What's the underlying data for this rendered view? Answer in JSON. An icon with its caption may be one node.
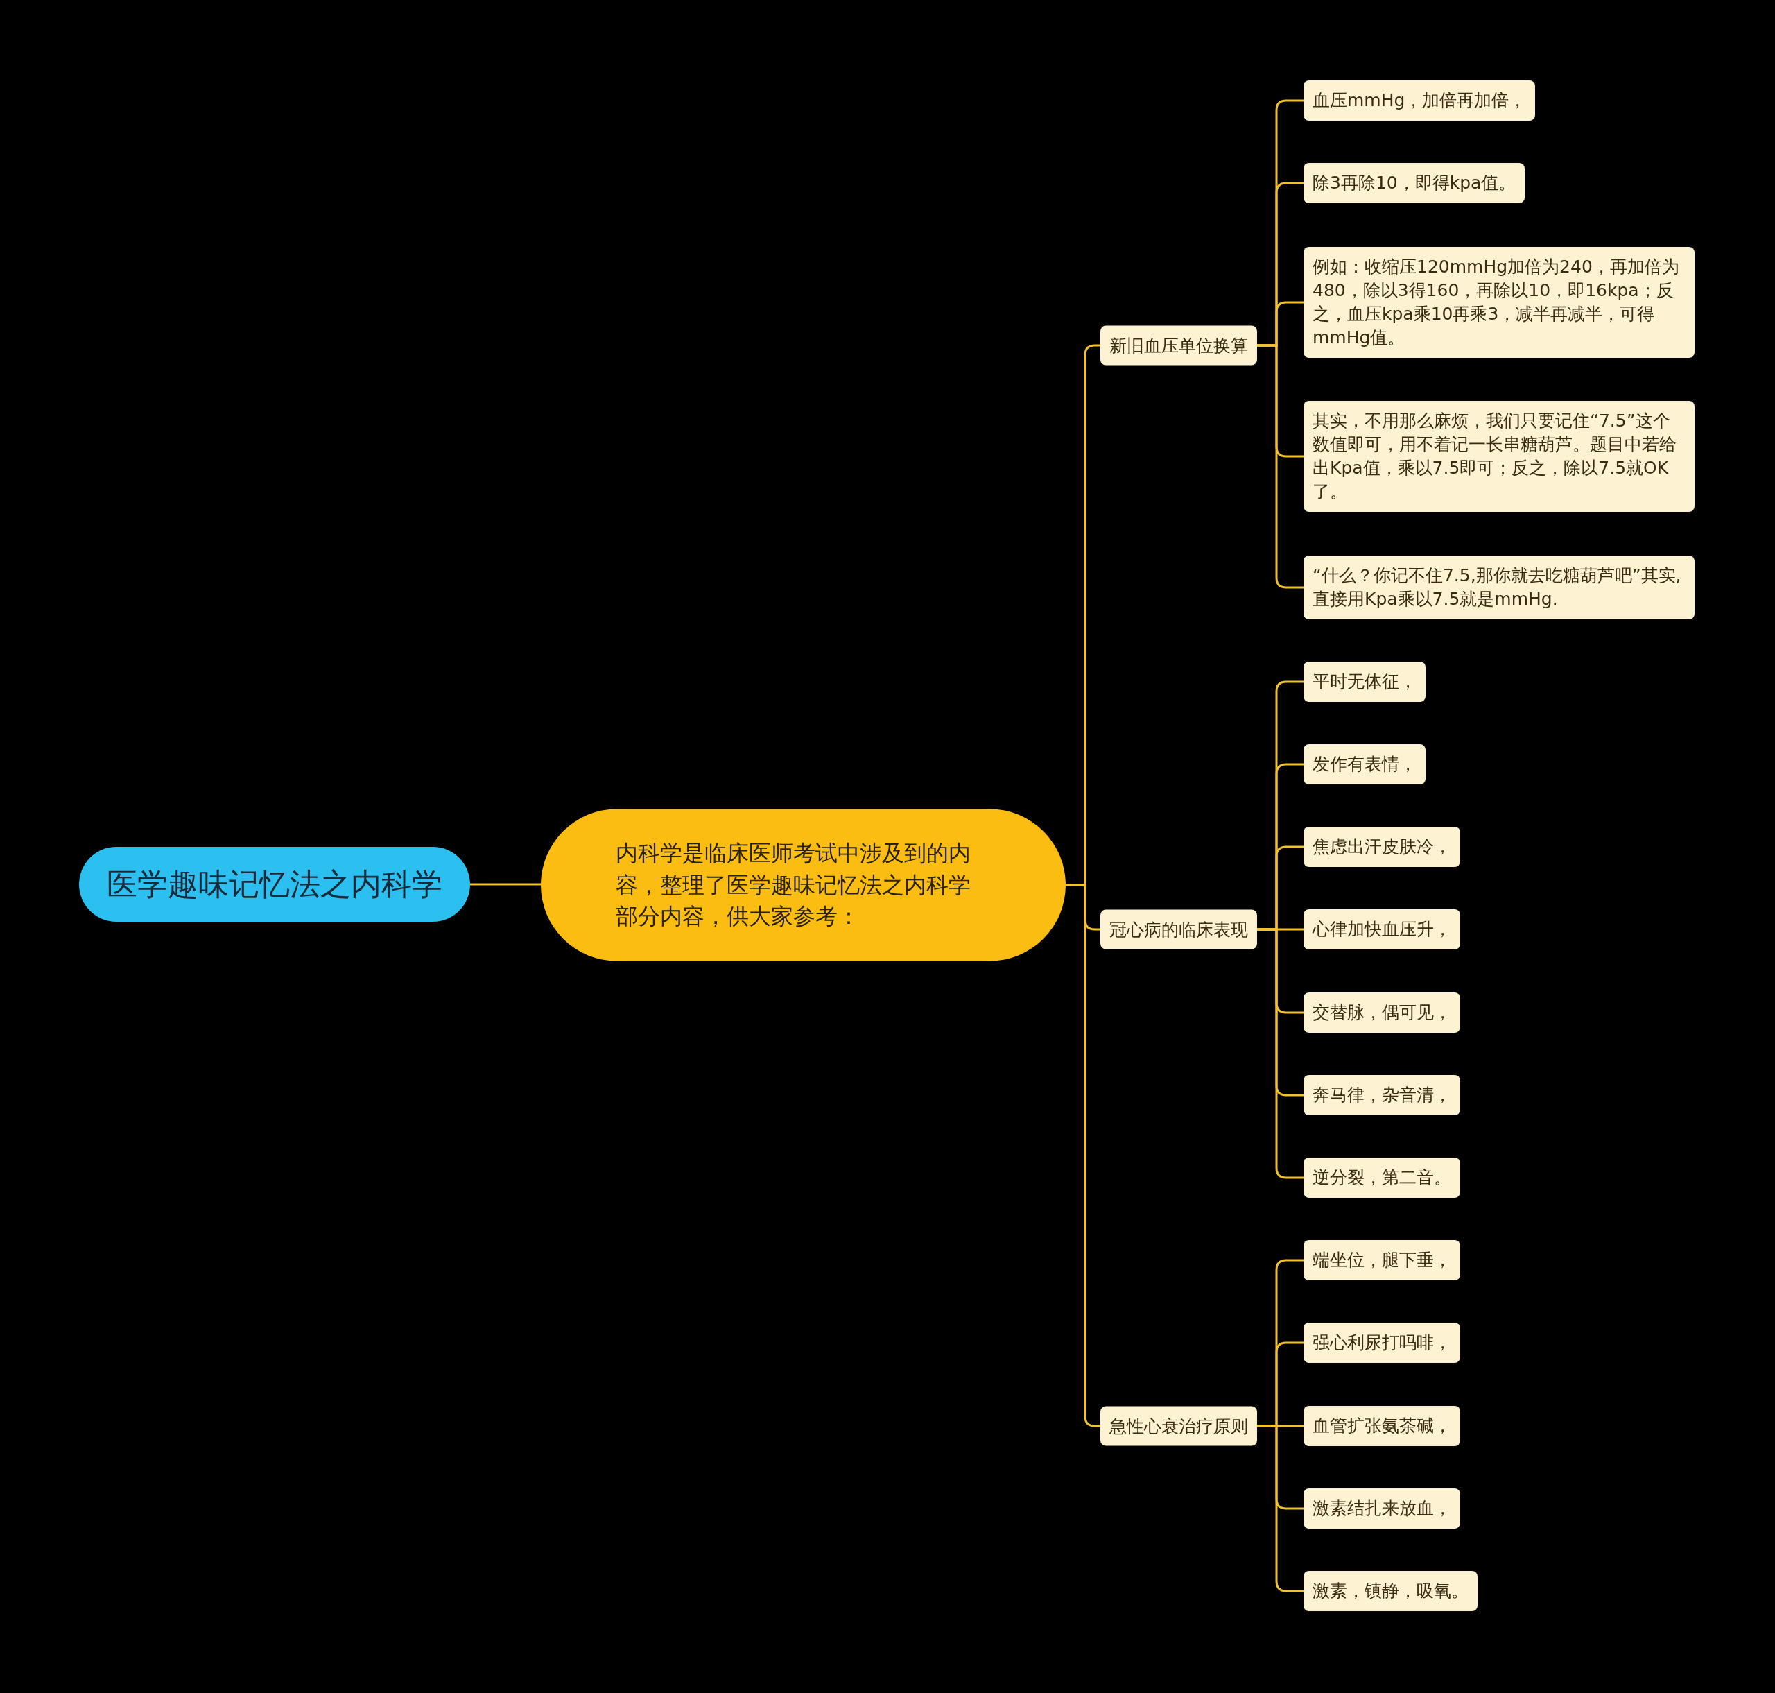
{
  "diagram": {
    "nodes": [
      {
        "text": [
          "医学趣味记忆法之内科学"
        ]
      },
      {
        "text": [
          "内科学是临床医师考试中涉及到的内容，整理了医学趣味记忆法之内科学部分内容，供大家参考："
        ]
      },
      {
        "text": [
          "新旧血压单位换算"
        ]
      },
      {
        "text": [
          "血压mmHg，加倍再加倍，"
        ]
      },
      {
        "text": [
          "除3再除10，即得kpa值。"
        ]
      },
      {
        "text": [
          "例如：收缩压120mmHg加倍为240，再加倍为480，除以3得160，再除以10，即16kpa；反之，血压kpa乘10再乘3，减半再减半，可得mmHg值。"
        ]
      },
      {
        "text": [
          "其实，不用那么麻烦，我们只要记住“7.5”这个数值即可，用不着记一长串糖葫芦。题目中若给出Kpa值，乘以7.5即可；反之，除以7.5就OK了。"
        ]
      },
      {
        "text": [
          "“什么？你记不住7.5,那你就去吃糖葫芦吧”其实,直接用Kpa乘以7.5就是mmHg."
        ]
      },
      {
        "text": [
          "冠心病的临床表现"
        ]
      },
      {
        "text": [
          "平时无体征，"
        ]
      },
      {
        "text": [
          "发作有表情，"
        ]
      },
      {
        "text": [
          "焦虑出汗皮肤冷，"
        ]
      },
      {
        "text": [
          "心律加快血压升，"
        ]
      },
      {
        "text": [
          "交替脉，偶可见，"
        ]
      },
      {
        "text": [
          "奔马律，杂音清，"
        ]
      },
      {
        "text": [
          "逆分裂，第二音。"
        ]
      },
      {
        "text": [
          "急性心衰治疗原则"
        ]
      },
      {
        "text": [
          "端坐位，腿下垂，"
        ]
      },
      {
        "text": [
          "强心利尿打吗啡，"
        ]
      },
      {
        "text": [
          "血管扩张氨茶碱，"
        ]
      },
      {
        "text": [
          "激素结扎来放血，"
        ]
      },
      {
        "text": [
          "激素，镇静，吸氧。"
        ]
      }
    ],
    "edges": [
      {
        "from": 0,
        "to": 1,
        "arrow": "none"
      },
      {
        "from": 1,
        "to": 2,
        "arrow": "none"
      },
      {
        "from": 1,
        "to": 8,
        "arrow": "none"
      },
      {
        "from": 1,
        "to": 16,
        "arrow": "none"
      },
      {
        "from": 2,
        "to": 3,
        "arrow": "none"
      },
      {
        "from": 2,
        "to": 4,
        "arrow": "none"
      },
      {
        "from": 2,
        "to": 5,
        "arrow": "none"
      },
      {
        "from": 2,
        "to": 6,
        "arrow": "none"
      },
      {
        "from": 2,
        "to": 7,
        "arrow": "none"
      },
      {
        "from": 8,
        "to": 9,
        "arrow": "none"
      },
      {
        "from": 8,
        "to": 10,
        "arrow": "none"
      },
      {
        "from": 8,
        "to": 11,
        "arrow": "none"
      },
      {
        "from": 8,
        "to": 12,
        "arrow": "none"
      },
      {
        "from": 8,
        "to": 13,
        "arrow": "none"
      },
      {
        "from": 8,
        "to": 14,
        "arrow": "none"
      },
      {
        "from": 8,
        "to": 15,
        "arrow": "none"
      },
      {
        "from": 16,
        "to": 17,
        "arrow": "none"
      },
      {
        "from": 16,
        "to": 18,
        "arrow": "none"
      },
      {
        "from": 16,
        "to": 19,
        "arrow": "none"
      },
      {
        "from": 16,
        "to": 20,
        "arrow": "none"
      },
      {
        "from": 16,
        "to": 21,
        "arrow": "none"
      }
    ]
  }
}
